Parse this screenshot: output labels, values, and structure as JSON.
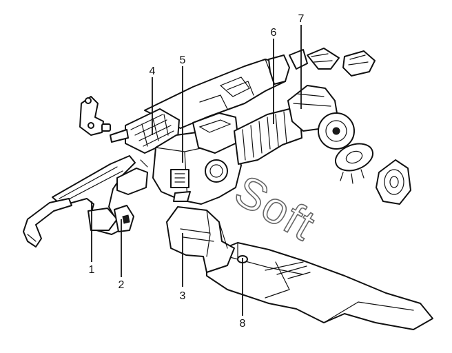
{
  "callouts": [
    {
      "id": "1",
      "label": "1"
    },
    {
      "id": "2",
      "label": "2"
    },
    {
      "id": "3",
      "label": "3"
    },
    {
      "id": "4",
      "label": "4"
    },
    {
      "id": "5",
      "label": "5"
    },
    {
      "id": "6",
      "label": "6"
    },
    {
      "id": "7",
      "label": "7"
    },
    {
      "id": "8",
      "label": "8"
    }
  ],
  "watermark": {
    "text": "Soft"
  },
  "colors": {
    "line": "#111111",
    "background": "#ffffff",
    "watermark_stroke": "#666666"
  }
}
